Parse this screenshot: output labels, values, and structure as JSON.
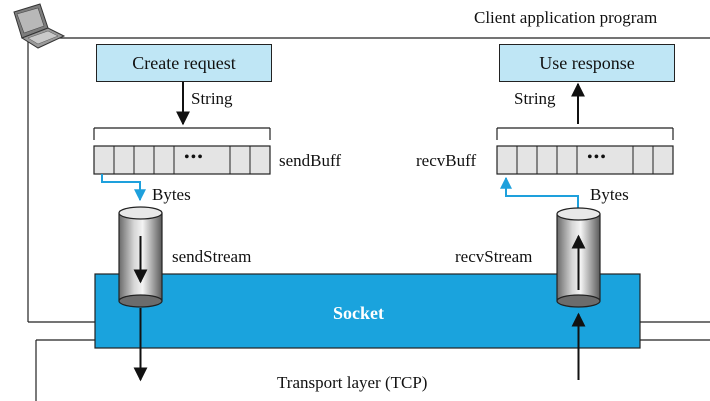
{
  "client_label": "Client application program",
  "transport_label": "Transport layer (TCP)",
  "socket_label": "Socket",
  "left": {
    "box_label": "Create request",
    "string_label": "String",
    "buffer_label": "sendBuff",
    "buffer_dots": "•••",
    "bytes_label": "Bytes",
    "stream_label": "sendStream"
  },
  "right": {
    "box_label": "Use response",
    "string_label": "String",
    "buffer_label": "recvBuff",
    "buffer_dots": "•••",
    "bytes_label": "Bytes",
    "stream_label": "recvStream"
  },
  "colors": {
    "box_fill": "#bfe6f5",
    "socket_fill": "#1aa3dd",
    "buffer_fill": "#e4e4e4",
    "bytes_arrow": "#1ea0dc",
    "line": "#222222"
  },
  "icons": {
    "computer": "laptop-icon"
  }
}
